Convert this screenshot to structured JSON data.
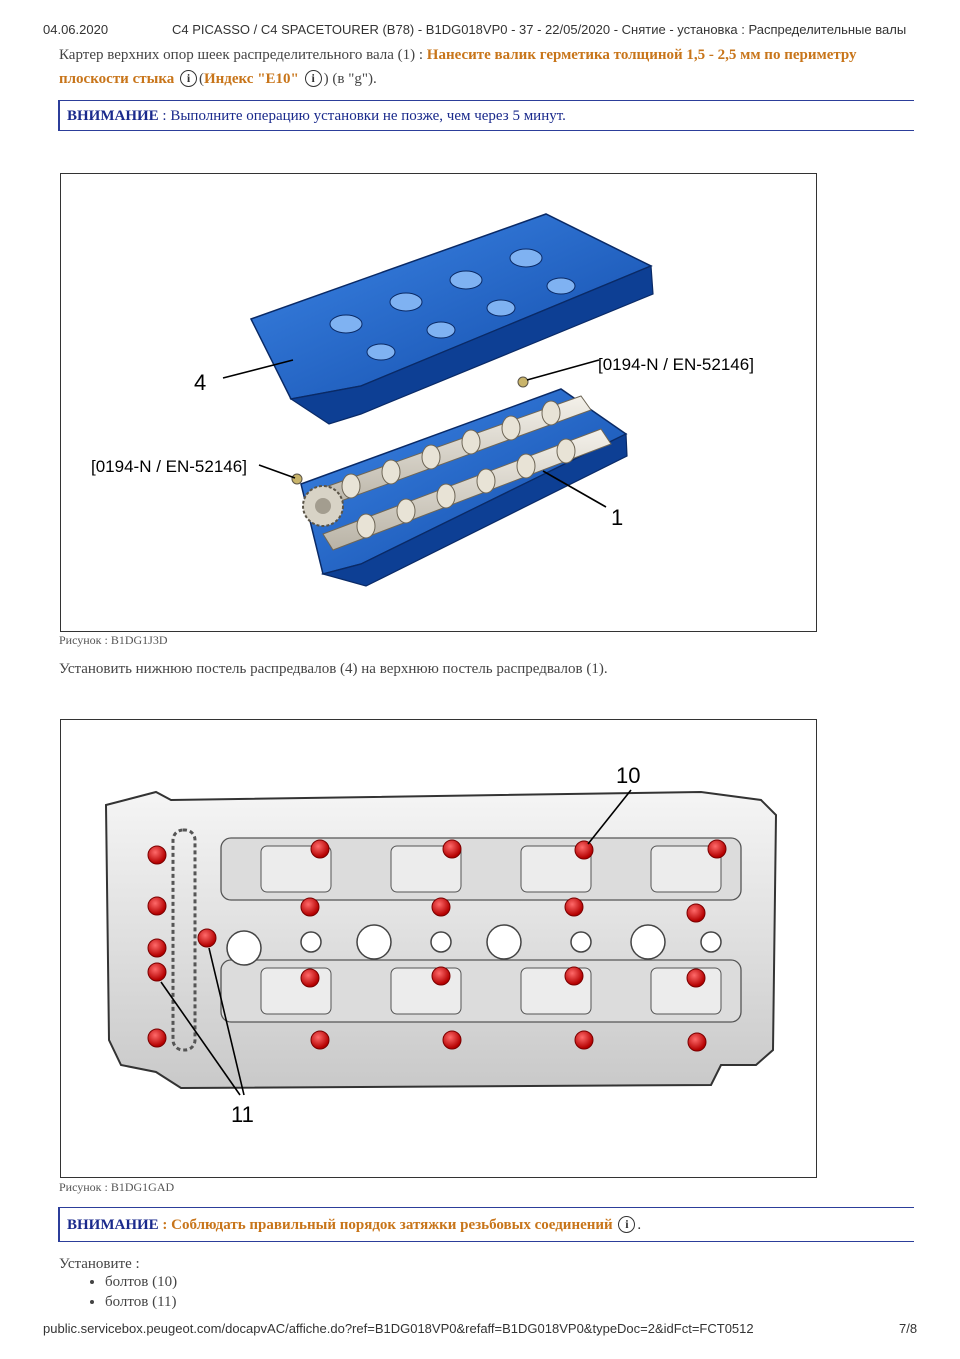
{
  "header": {
    "date": "04.06.2020",
    "title": "C4 PICASSO / C4 SPACETOURER (B78) - B1DG018VP0 - 37 - 22/05/2020 - Снятие - установка : Распределительные валы"
  },
  "intro": {
    "text_a": "Картер верхних опор шеек распределительного вала (1) : ",
    "bold_a": "Нанесите валик герметика толщиной 1,5 - 2,5 мм по периметру",
    "bold_b": "плоскости стыка",
    "paren_open": "(",
    "bold_c": "Индекс \"E10\"",
    "text_end": ") (в \"g\")."
  },
  "warning1": {
    "label": "ВНИМАНИЕ",
    "sep": " : ",
    "text": "Выполните операцию установки не позже, чем через 5 минут."
  },
  "figure1": {
    "caption": "Рисунок : B1DG1J3D",
    "labels": {
      "part4": "4",
      "part1": "1",
      "tool_right": "[0194-N / EN-52146]",
      "tool_left": "[0194-N / EN-52146]"
    }
  },
  "instruction": "Установить нижнюю постель распредвалов (4) на верхнюю постель распредвалов (1).",
  "figure2": {
    "caption": "Рисунок : B1DG1GAD",
    "labels": {
      "bolt10": "10",
      "bolt11": "11"
    }
  },
  "warning2": {
    "label": "ВНИМАНИЕ",
    "sep": " : ",
    "text": "Соблюдать правильный порядок затяжки резьбовых соединений",
    "end": "."
  },
  "install": {
    "title": "Установите :",
    "items": [
      "болтов (10)",
      "болтов (11)"
    ]
  },
  "footer": {
    "url": "public.servicebox.peugeot.com/docapvAC/affiche.do?ref=B1DG018VP0&refaff=B1DG018VP0&typeDoc=2&idFct=FCT0512",
    "page": "7/8"
  },
  "icons": {
    "info": "i"
  },
  "colors": {
    "accent_orange": "#c8751a",
    "warning_blue": "#1a2a8c",
    "part_blue": "#1f63c7",
    "bolt_red": "#e01818"
  }
}
